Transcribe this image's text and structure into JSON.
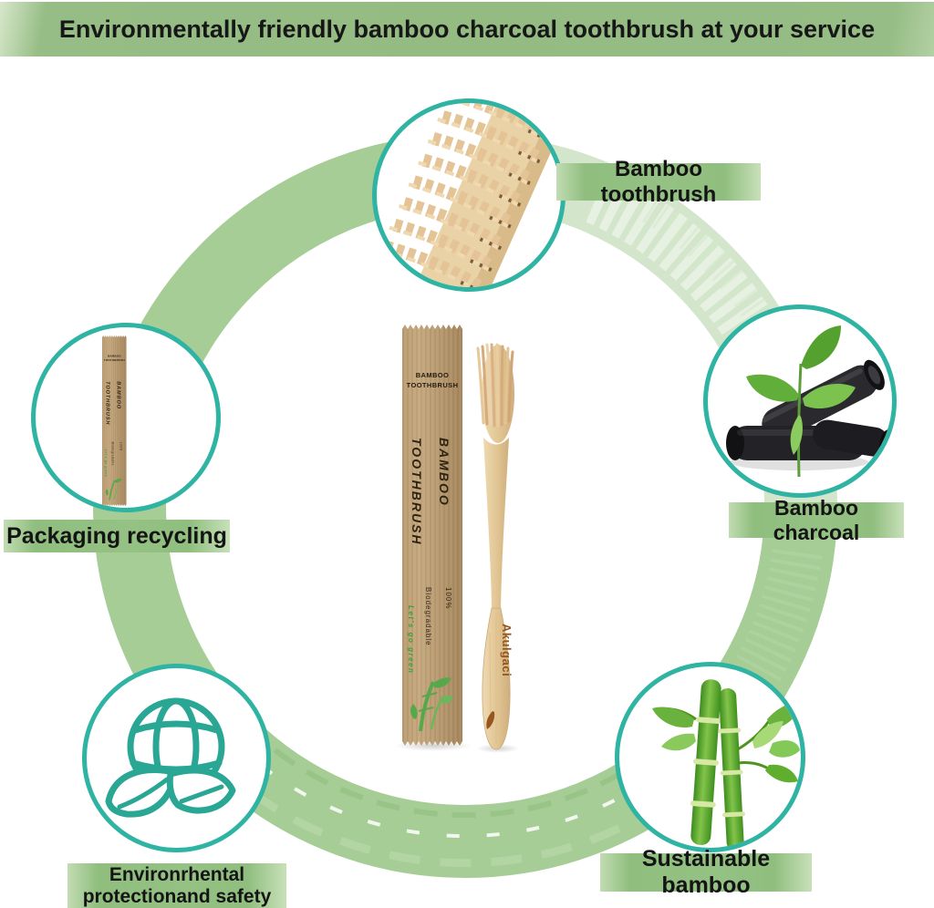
{
  "banner": {
    "title": "Environmentally friendly bamboo charcoal toothbrush at your service"
  },
  "callouts": {
    "toothbrush": {
      "label": "Bamboo toothbrush",
      "icon": "bristles-macro-photo"
    },
    "packaging": {
      "label": "Packaging recycling",
      "icon": "kraft-package-photo"
    },
    "charcoal": {
      "label": "Bamboo charcoal",
      "icon": "charcoal-sticks-photo"
    },
    "environment": {
      "label_line1": "Environrhental",
      "label_line2": "protectionand safety",
      "icon": "globe-leaf-icon"
    },
    "bamboo": {
      "label": "Sustainable bamboo",
      "icon": "bamboo-stalks-icon"
    }
  },
  "product": {
    "sleeve": {
      "header_line1": "BAMBOO",
      "header_line2": "TOOTHBRUSH",
      "vertical_title": "BAMBOO TOOTHBRUSH",
      "vertical_subtitle": "100% Biodegradable",
      "tagline": "Let's go green"
    },
    "toothbrush": {
      "brand": "Akulgaci"
    }
  },
  "colors": {
    "banner_green": "#93bb82",
    "ring_green": "#a6cd96",
    "teal_accent": "#2fb3a2",
    "kraft_paper": "#b8986c",
    "wood": "#e3cba0",
    "text": "#171717",
    "tagline_green": "#3f9e3c",
    "brand_burn": "#96561e"
  }
}
